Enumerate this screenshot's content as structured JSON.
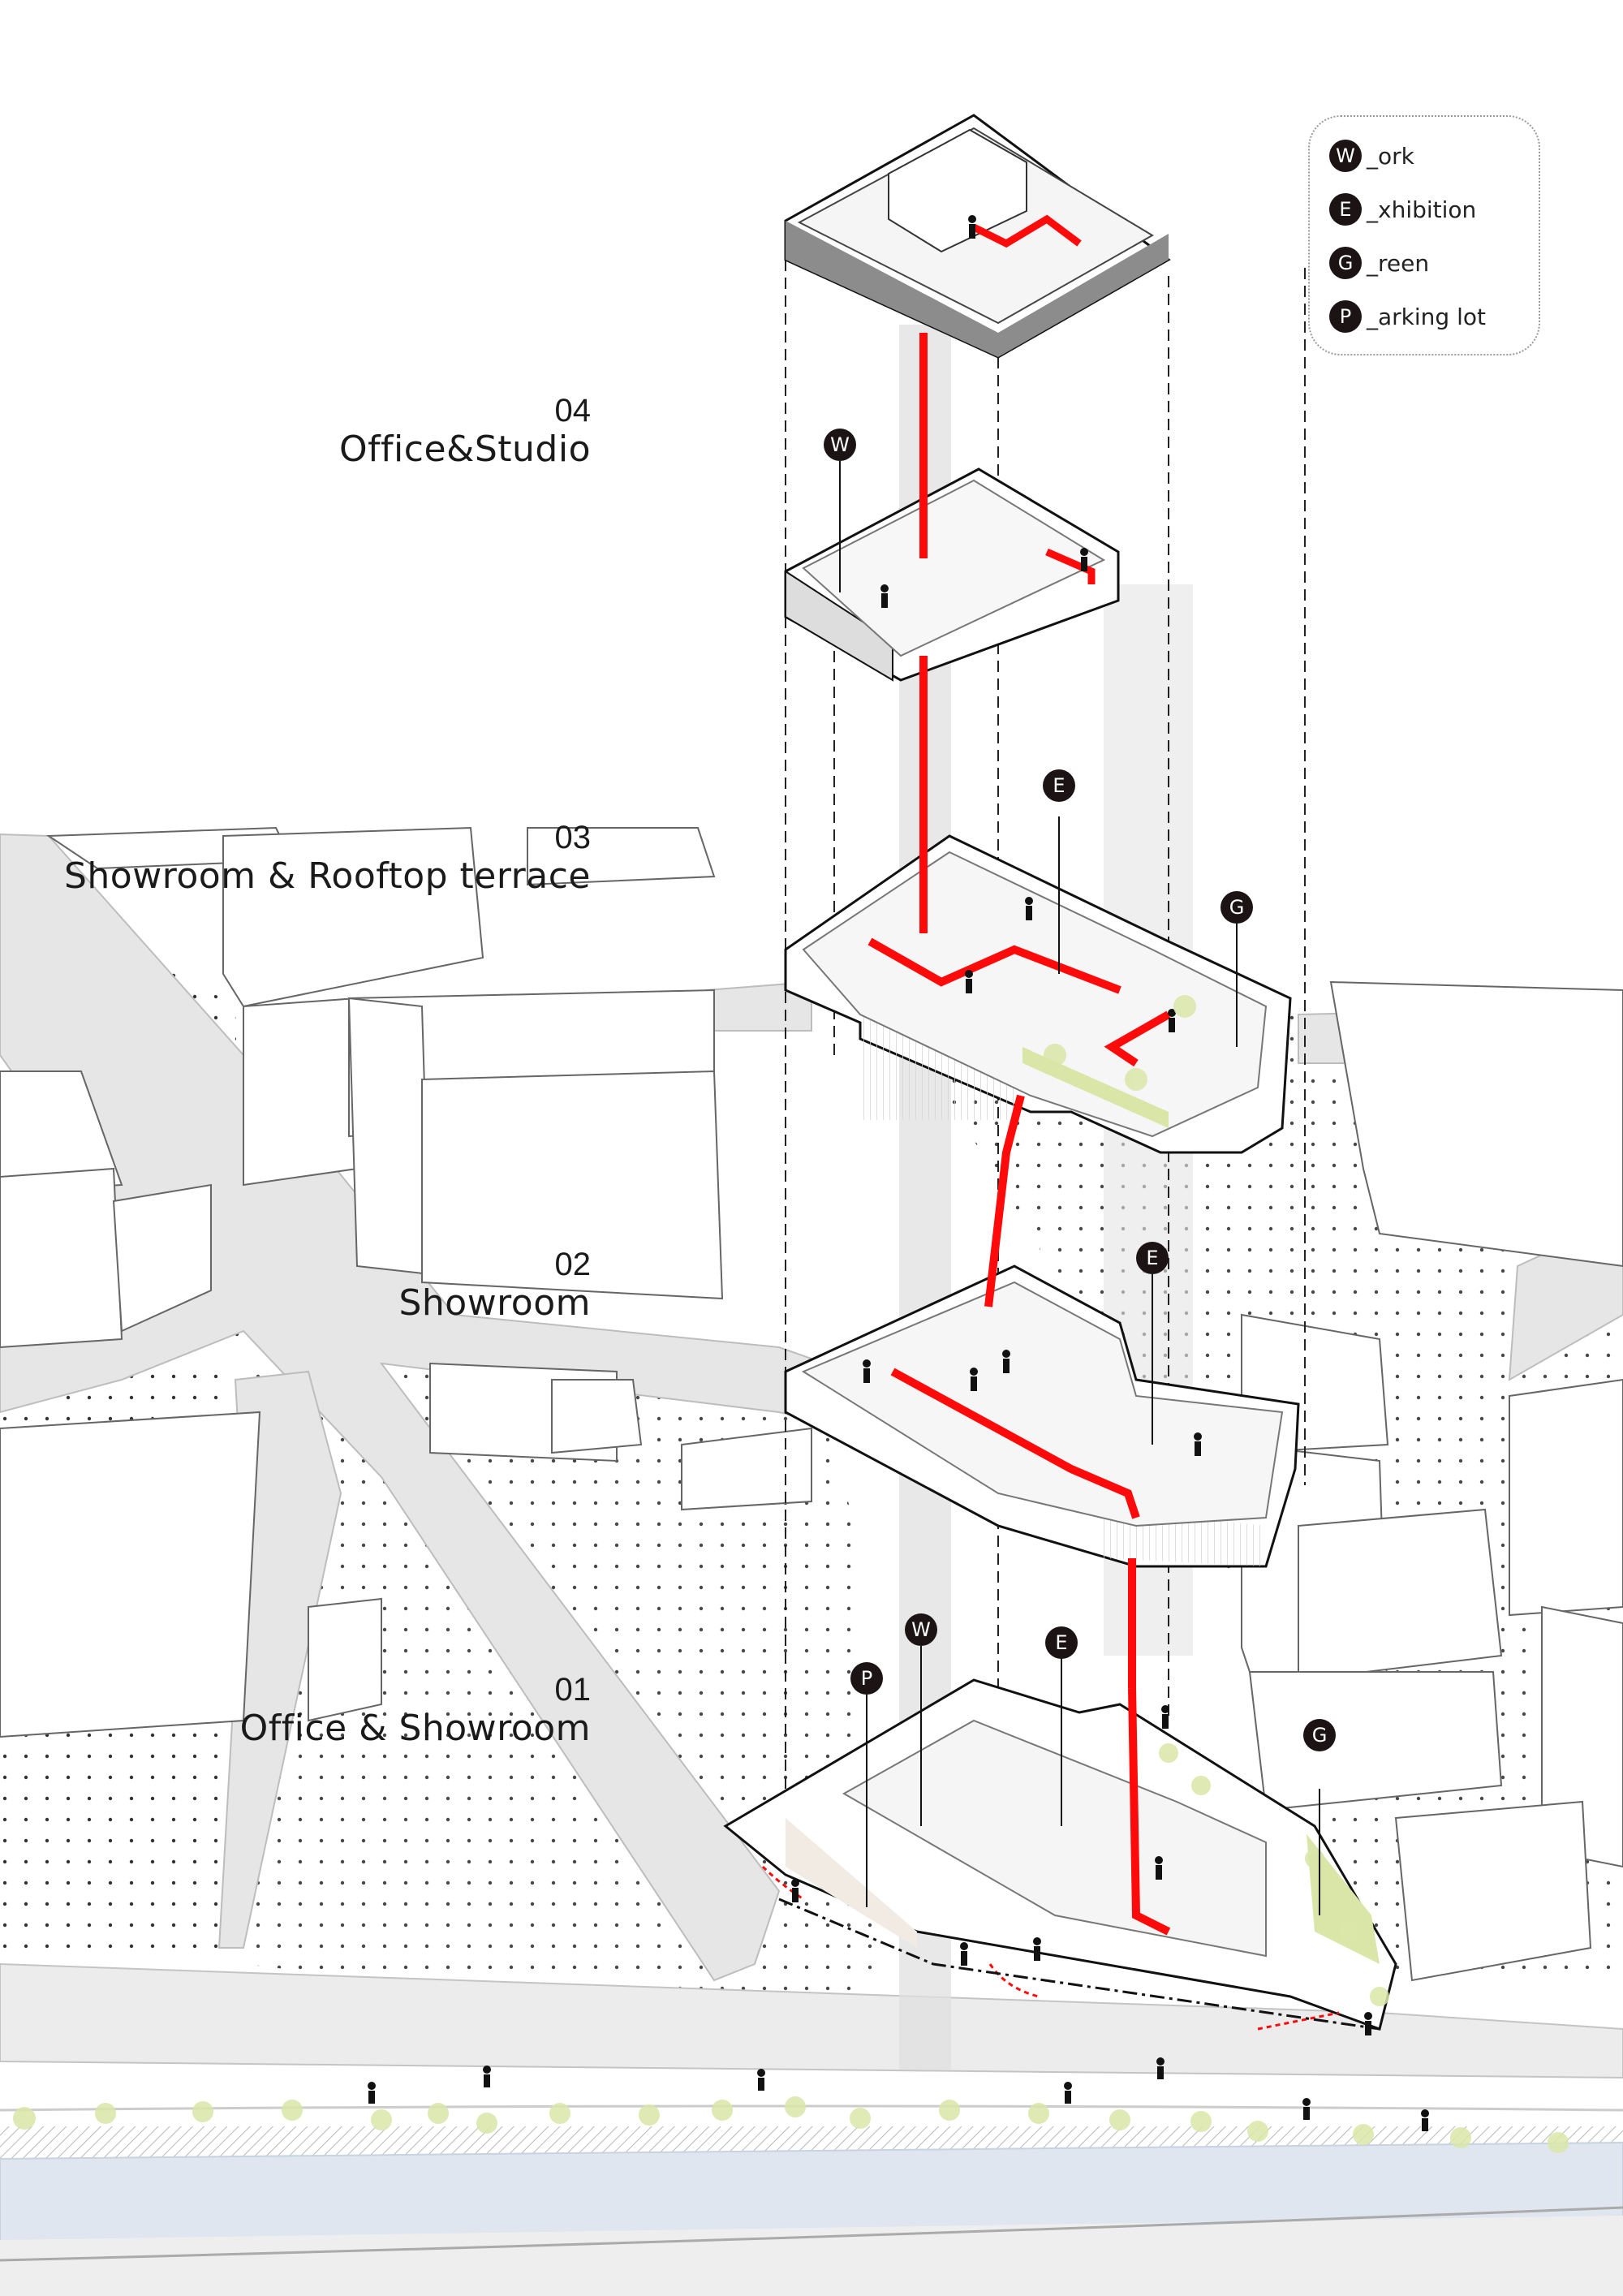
{
  "levels": [
    {
      "number": "04",
      "name": "Office&Studio"
    },
    {
      "number": "03",
      "name": "Showroom & Rooftop terrace"
    },
    {
      "number": "02",
      "name": "Showroom"
    },
    {
      "number": "01",
      "name": "Office & Showroom"
    }
  ],
  "legend": {
    "items": [
      {
        "letter": "W",
        "text": "_ork"
      },
      {
        "letter": "E",
        "text": "_xhibition"
      },
      {
        "letter": "G",
        "text": "_reen"
      },
      {
        "letter": "P",
        "text": "_arking lot"
      }
    ]
  },
  "markers": {
    "w_level4": "W",
    "e_level3": "E",
    "g_level3": "G",
    "e_level2": "E",
    "p_level1": "P",
    "w_level1": "W",
    "e_level1": "E",
    "g_level1": "G"
  },
  "colors": {
    "circulation": "#ff0a0a",
    "marker_fill": "#1c1414",
    "ground": "#e6e6e6",
    "river": "#dfe6f0",
    "greenery": "#d9e6a8"
  }
}
